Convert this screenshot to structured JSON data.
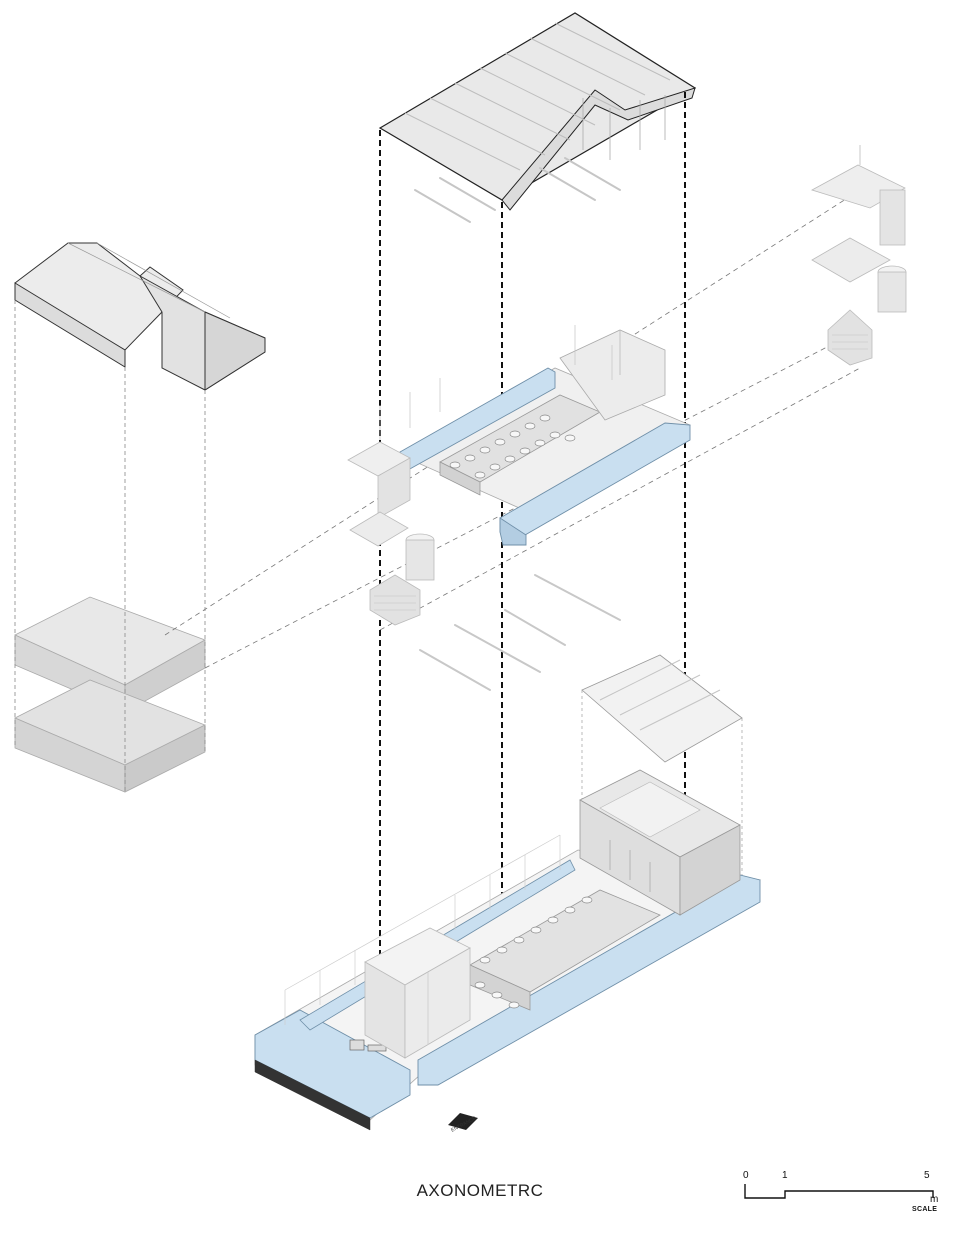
{
  "drawing": {
    "title": "AXONOMETRC",
    "entrance_label": "ENTRANCE",
    "scale": {
      "label_start": "0",
      "label_mid": "1",
      "label_end": "5",
      "unit": "m",
      "caption": "SCALE"
    },
    "colors": {
      "water_blue": "#c9dff0",
      "water_edge": "#6f8fa8",
      "mass_grey": "#e6e6e6",
      "light_grey": "#f2f2f2",
      "line": "#333333",
      "dashed": "#777777"
    }
  }
}
